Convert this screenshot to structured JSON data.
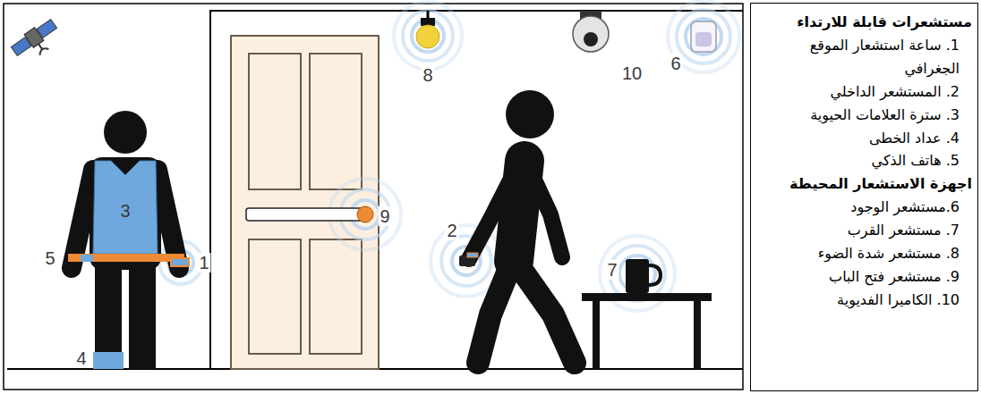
{
  "diagram": {
    "nodes": [
      {
        "text": [
          "مستشعرات قابلة للارتداء",
          "1. ساعة استشعار الموقع الجغرافي",
          "2. المستشعر الداخلي",
          "3. سترة العلامات الحيوية",
          "4. عداد الخطى",
          "5. هاتف الذكي",
          "اجهزة الاستشعار المحيطة",
          "6.مستشعر الوجود",
          "7. مستشعر القرب",
          "8. مستشعر شدة الضوء",
          "9. مستشعر فتح الباب",
          "10. الكاميرا الفديوية"
        ]
      }
    ],
    "labels": [
      "1",
      "2",
      "3",
      "4",
      "5",
      "6",
      "7",
      "8",
      "9",
      "10"
    ]
  }
}
